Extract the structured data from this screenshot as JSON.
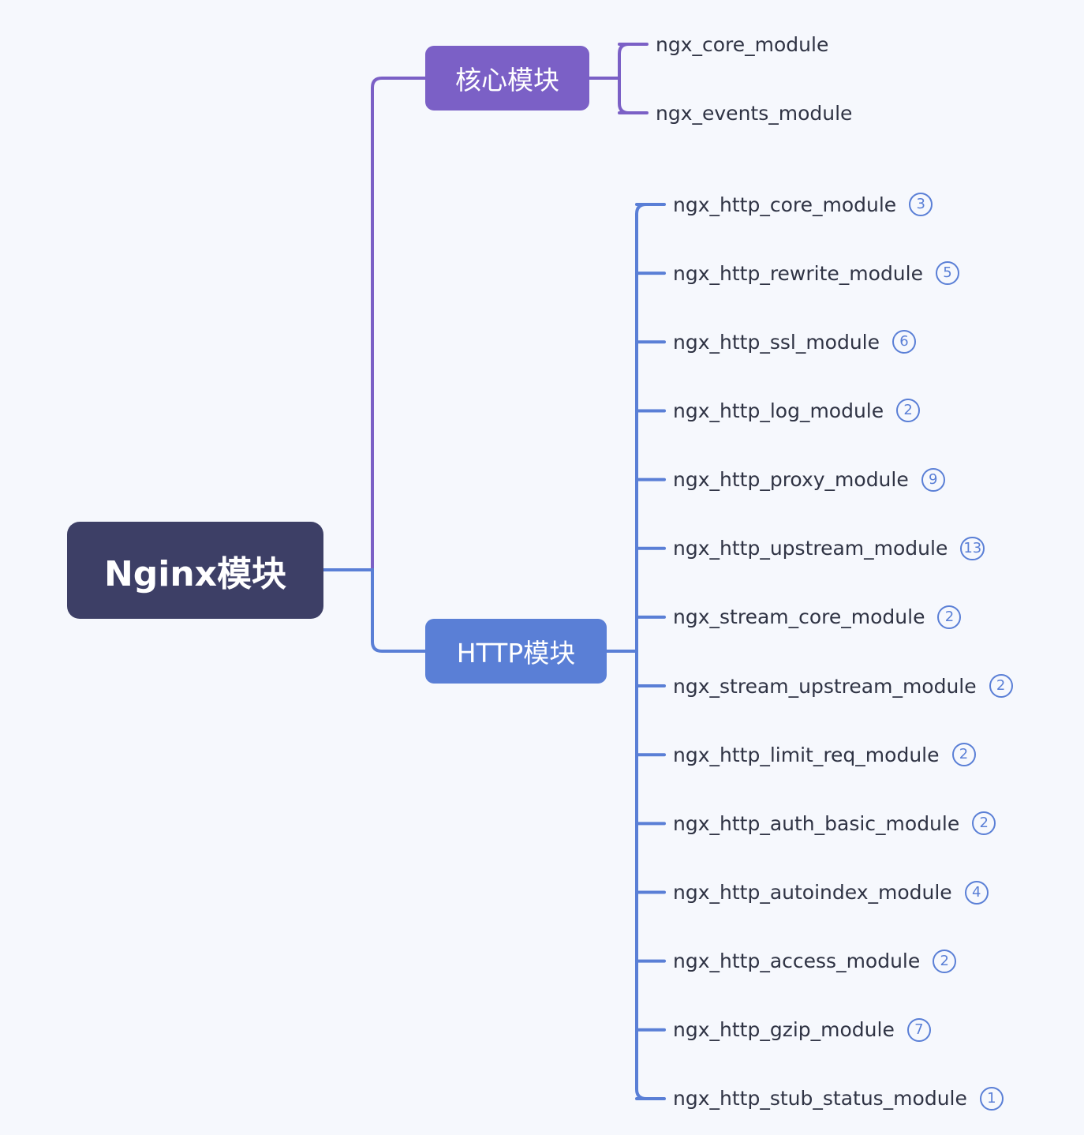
{
  "colors": {
    "background": "#f6f8fd",
    "root": "#3d3f66",
    "core": "#7b60c6",
    "http": "#5a7fd6",
    "leaf_text": "#2f3344"
  },
  "root": {
    "label": "Nginx模块"
  },
  "branches": [
    {
      "id": "core",
      "label": "核心模块",
      "children": [
        {
          "label": "ngx_core_module"
        },
        {
          "label": "ngx_events_module"
        }
      ]
    },
    {
      "id": "http",
      "label": "HTTP模块",
      "children": [
        {
          "label": "ngx_http_core_module",
          "count": "3"
        },
        {
          "label": "ngx_http_rewrite_module",
          "count": "5"
        },
        {
          "label": "ngx_http_ssl_module",
          "count": "6"
        },
        {
          "label": "ngx_http_log_module",
          "count": "2"
        },
        {
          "label": "ngx_http_proxy_module",
          "count": "9"
        },
        {
          "label": "ngx_http_upstream_module",
          "count": "13"
        },
        {
          "label": "ngx_stream_core_module",
          "count": "2"
        },
        {
          "label": "ngx_stream_upstream_module",
          "count": "2"
        },
        {
          "label": "ngx_http_limit_req_module",
          "count": "2"
        },
        {
          "label": "ngx_http_auth_basic_module",
          "count": "2"
        },
        {
          "label": "ngx_http_autoindex_module",
          "count": "4"
        },
        {
          "label": "ngx_http_access_module",
          "count": "2"
        },
        {
          "label": "ngx_http_gzip_module",
          "count": "7"
        },
        {
          "label": "ngx_http_stub_status_module",
          "count": "1"
        }
      ]
    }
  ]
}
